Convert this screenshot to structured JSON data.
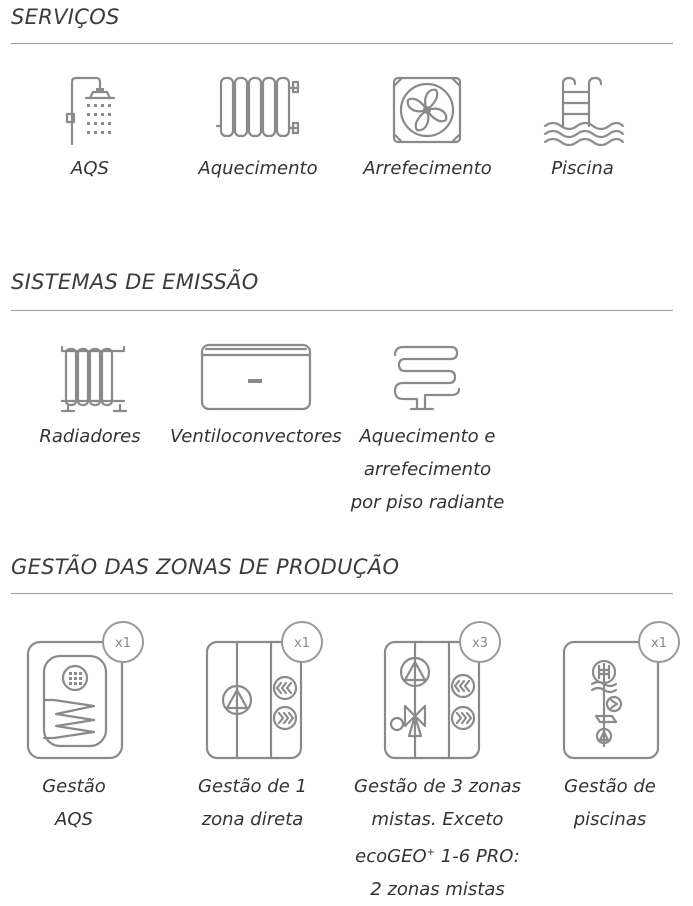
{
  "sections": {
    "servicos": {
      "title": "SERVIÇOS",
      "items": [
        {
          "label": "AQS",
          "icon": "shower-icon"
        },
        {
          "label": "Aquecimento",
          "icon": "radiator-icon"
        },
        {
          "label": "Arrefecimento",
          "icon": "fan-icon"
        },
        {
          "label": "Piscina",
          "icon": "pool-ladder-icon"
        }
      ]
    },
    "emissao": {
      "title": "SISTEMAS DE EMISSÃO",
      "items": [
        {
          "label": "Radiadores",
          "icon": "radiator-icon"
        },
        {
          "label": "Ventiloconvectores",
          "icon": "fan-coil-icon"
        },
        {
          "lines": [
            "Aquecimento e",
            "arrefecimento",
            "por piso radiante"
          ],
          "icon": "floor-heating-icon"
        }
      ]
    },
    "gestao": {
      "title": "GESTÃO DAS ZONAS DE PRODUÇÃO",
      "items": [
        {
          "lines": [
            "Gestão",
            "AQS"
          ],
          "badge": "x1",
          "icon": "dhw-tank-icon"
        },
        {
          "lines": [
            "Gestão de 1",
            "zona direta"
          ],
          "badge": "x1",
          "icon": "direct-zone-icon"
        },
        {
          "lines": [
            "Gestão de 3 zonas",
            "mistas. Exceto",
            "ecoGEO",
            "+",
            " 1-6 PRO:",
            "2 zonas mistas"
          ],
          "badge": "x3",
          "icon": "mixed-zones-icon"
        },
        {
          "lines": [
            "Gestão de",
            "piscinas"
          ],
          "badge": "x1",
          "icon": "pool-management-icon"
        }
      ]
    }
  }
}
